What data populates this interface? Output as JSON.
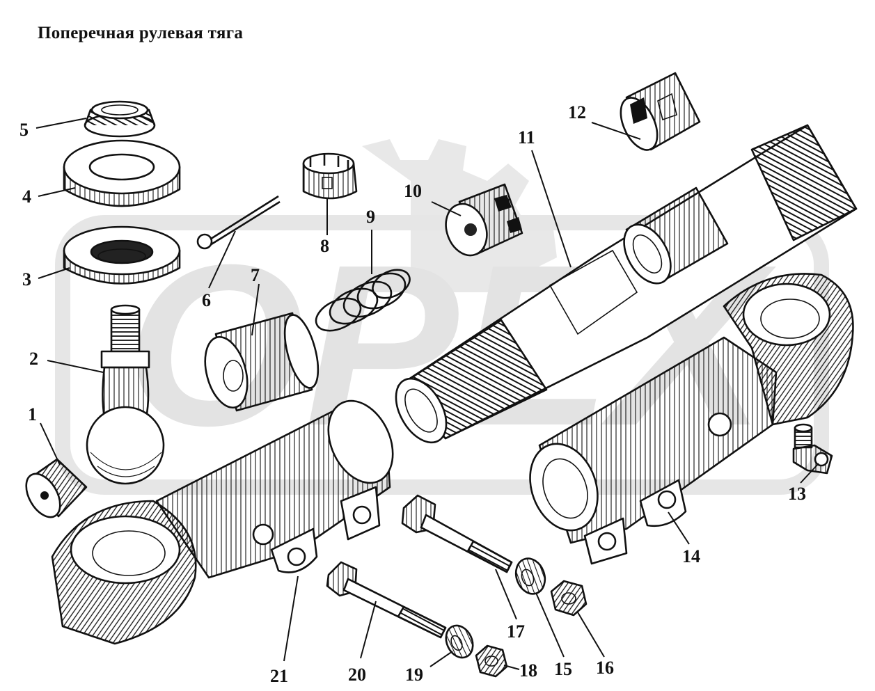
{
  "title": "Поперечная рулевая тяга",
  "watermark": {
    "text": "OPEX",
    "color": "#e4e4e4"
  },
  "colors": {
    "ink": "#111111",
    "part_fill": "#ffffff",
    "shade": "#dcdcdc",
    "dark": "#2a2a2a"
  },
  "callouts": [
    "1",
    "2",
    "3",
    "4",
    "5",
    "6",
    "7",
    "8",
    "9",
    "10",
    "11",
    "12",
    "13",
    "14",
    "15",
    "16",
    "17",
    "18",
    "19",
    "20",
    "21"
  ],
  "parts": [
    {
      "number": "1",
      "icon": "eccentric-bushing"
    },
    {
      "number": "2",
      "icon": "ball-pin"
    },
    {
      "number": "3",
      "icon": "ball-seat-washer"
    },
    {
      "number": "4",
      "icon": "flat-washer"
    },
    {
      "number": "5",
      "icon": "threaded-plug-ring"
    },
    {
      "number": "6",
      "icon": "cotter-pin"
    },
    {
      "number": "7",
      "icon": "cup-bushing"
    },
    {
      "number": "8",
      "icon": "castle-nut"
    },
    {
      "number": "9",
      "icon": "coil-spring"
    },
    {
      "number": "10",
      "icon": "slotted-bushing"
    },
    {
      "number": "11",
      "icon": "threaded-tube"
    },
    {
      "number": "12",
      "icon": "slotted-plug"
    },
    {
      "number": "13",
      "icon": "grease-nipple"
    },
    {
      "number": "14",
      "icon": "right-tie-rod-end"
    },
    {
      "number": "15",
      "icon": "spring-washer"
    },
    {
      "number": "16",
      "icon": "hex-nut"
    },
    {
      "number": "17",
      "icon": "clamp-bolt"
    },
    {
      "number": "18",
      "icon": "hex-nut"
    },
    {
      "number": "19",
      "icon": "spring-washer"
    },
    {
      "number": "20",
      "icon": "clamp-bolt"
    },
    {
      "number": "21",
      "icon": "left-tie-rod-end"
    }
  ]
}
